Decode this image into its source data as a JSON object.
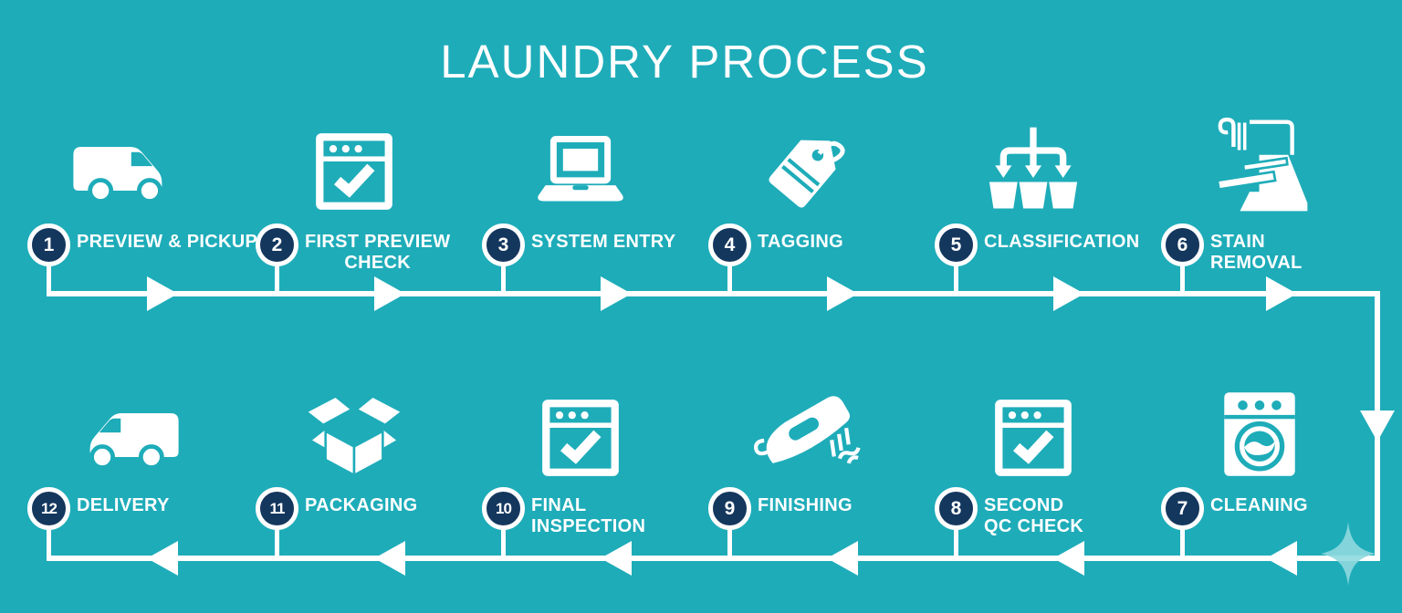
{
  "title": "LAUNDRY PROCESS",
  "colors": {
    "background": "#1EACB9",
    "badge_navy": "#14375E",
    "flow_line": "#FFFFFF",
    "text": "#FFFFFF",
    "sparkle": "#8FD9DF"
  },
  "steps": [
    {
      "number": "1",
      "lines": [
        "PREVIEW & PICKUP"
      ],
      "icon": "delivery-van-right"
    },
    {
      "number": "2",
      "lines": [
        "FIRST PREVIEW",
        "CHECK"
      ],
      "icon": "check-window",
      "align": "center"
    },
    {
      "number": "3",
      "lines": [
        "SYSTEM ENTRY"
      ],
      "icon": "laptop"
    },
    {
      "number": "4",
      "lines": [
        "TAGGING"
      ],
      "icon": "price-tag"
    },
    {
      "number": "5",
      "lines": [
        "CLASSIFICATION"
      ],
      "icon": "sort-bins"
    },
    {
      "number": "6",
      "lines": [
        "STAIN",
        "REMOVAL"
      ],
      "icon": "stain-removal-machine"
    },
    {
      "number": "7",
      "lines": [
        "CLEANING"
      ],
      "icon": "washing-machine"
    },
    {
      "number": "8",
      "lines": [
        "SECOND",
        "QC CHECK"
      ],
      "icon": "check-window"
    },
    {
      "number": "9",
      "lines": [
        "FINISHING"
      ],
      "icon": "iron"
    },
    {
      "number": "10",
      "lines": [
        "FINAL",
        "INSPECTION"
      ],
      "icon": "check-window"
    },
    {
      "number": "11",
      "lines": [
        "PACKAGING"
      ],
      "icon": "open-box"
    },
    {
      "number": "12",
      "lines": [
        "DELIVERY"
      ],
      "icon": "delivery-van-left"
    }
  ]
}
